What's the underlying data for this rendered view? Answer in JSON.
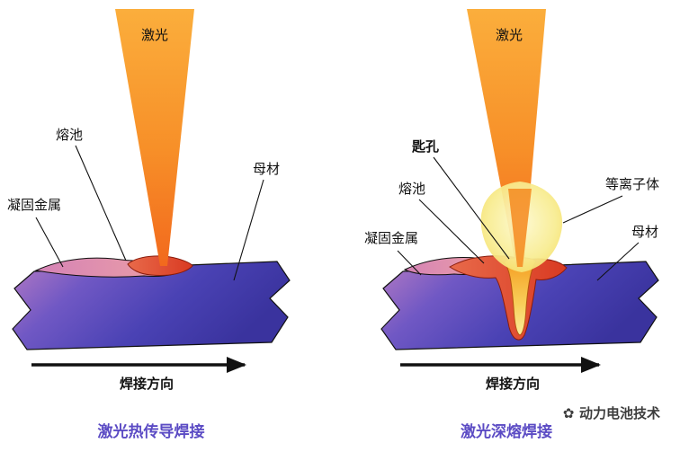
{
  "left": {
    "laser_label": "激光",
    "melt_pool_label": "熔池",
    "base_metal_label": "母材",
    "solidified_metal_label": "凝固金属",
    "weld_direction_label": "焊接方向",
    "caption": "激光热传导焊接"
  },
  "right": {
    "laser_label": "激光",
    "keyhole_label": "匙孔",
    "melt_pool_label": "熔池",
    "plasma_label": "等离子体",
    "solidified_metal_label": "凝固金属",
    "base_metal_label": "母材",
    "weld_direction_label": "焊接方向",
    "caption": "激光深熔焊接"
  },
  "watermark": {
    "icon": "✿",
    "text": "动力电池技术"
  },
  "colors": {
    "caption": "#5b4bc4",
    "arrow": "#111111",
    "laser_orange": "#f Oops",
    "laser_top": "#fbae3c",
    "laser_bottom": "#f2691d",
    "slab_blue": "#4a42b4",
    "slab_purple": "#b47ac4",
    "melt_red": "#d93a22",
    "trail_pink": "#efa3a3",
    "plasma_yellow": "#f5e06a",
    "keyhole_yellow": "#fbee9b"
  }
}
